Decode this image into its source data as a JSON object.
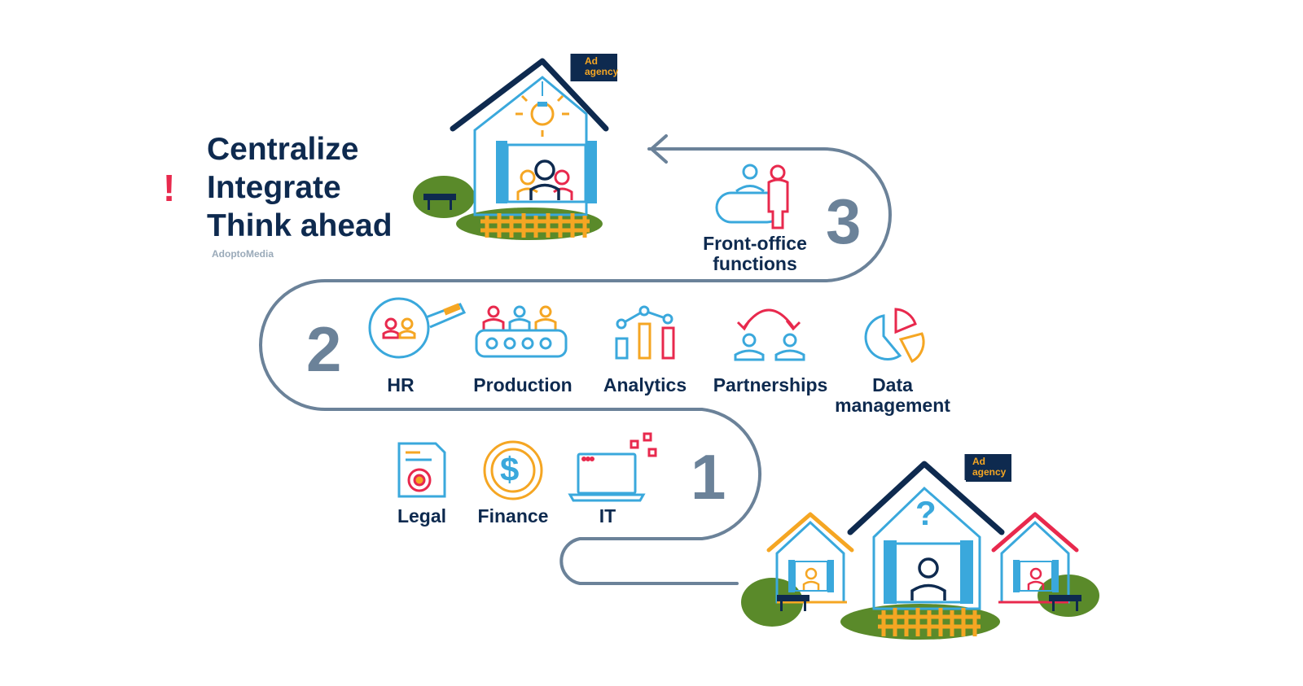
{
  "headline": {
    "lines": [
      "Centralize",
      "Integrate",
      "Think ahead"
    ],
    "mark": "!",
    "brand": "AdoptoMedia"
  },
  "steps": {
    "step1": {
      "number": "1",
      "items": [
        {
          "label": "Legal",
          "icon": "document-seal-icon"
        },
        {
          "label": "Finance",
          "icon": "dollar-coin-icon"
        },
        {
          "label": "IT",
          "icon": "laptop-icon"
        }
      ]
    },
    "step2": {
      "number": "2",
      "items": [
        {
          "label": "HR",
          "icon": "magnifier-people-icon"
        },
        {
          "label": "Production",
          "icon": "conveyor-people-icon"
        },
        {
          "label": "Analytics",
          "icon": "bar-chart-icon"
        },
        {
          "label": "Partnerships",
          "icon": "exchange-people-icon"
        },
        {
          "label": "Data management",
          "line1": "Data",
          "line2": "management",
          "icon": "pie-chart-icon"
        }
      ]
    },
    "step3": {
      "number": "3",
      "label_line1": "Front-office",
      "label_line2": "functions",
      "icon": "front-desk-icon"
    }
  },
  "flags": {
    "top": {
      "line1": "Ad",
      "line2": "agency"
    },
    "bottom": {
      "line1": "Ad",
      "line2": "agency"
    }
  },
  "colors": {
    "navy": "#0e2a4f",
    "blue": "#3aa8dc",
    "orange": "#f5a623",
    "red": "#e8294d",
    "green": "#5a8a2a",
    "path": "#6b8299"
  }
}
